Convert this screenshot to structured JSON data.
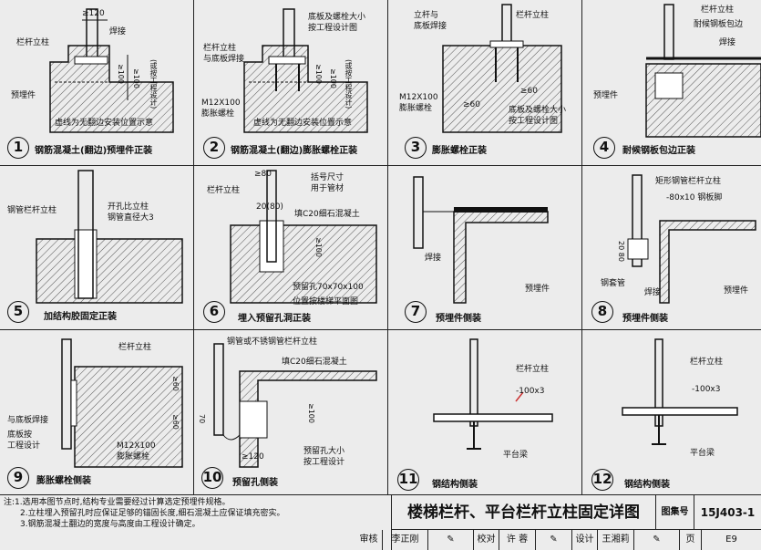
{
  "panels": [
    {
      "num": "1",
      "caption": "钢筋混凝土(翻边)预埋件正装",
      "labels": [
        "栏杆立柱",
        "焊接",
        "预埋件",
        "≥120",
        "≥100",
        "≥100",
        "(或按工程设计)",
        "虚线为无翻边安装位置示意"
      ]
    },
    {
      "num": "2",
      "caption": "钢筋混凝土(翻边)膨胀螺栓正装",
      "labels": [
        "栏杆立柱",
        "与底板焊接",
        "底板及螺栓大小",
        "按工程设计图",
        "M12X100",
        "膨胀螺栓",
        "≥100",
        "≥100",
        "(或按工程设计)",
        "虚线为无翻边安装位置示意"
      ]
    },
    {
      "num": "3",
      "caption": "膨胀螺栓正装",
      "labels": [
        "立杆与",
        "底板焊接",
        "栏杆立柱",
        "M12X100",
        "膨胀螺栓",
        "≥60",
        "底板及螺栓大小",
        "按工程设计图",
        "≥60"
      ]
    },
    {
      "num": "4",
      "caption": "耐候钢板包边正装",
      "labels": [
        "栏杆立柱",
        "耐候钢板包边",
        "焊接",
        "预埋件"
      ]
    },
    {
      "num": "5",
      "caption": "加结构胶固定正装",
      "labels": [
        "钢管栏杆立柱",
        "开孔比立柱",
        "钢管直径大3"
      ]
    },
    {
      "num": "6",
      "caption": "埋入预留孔洞正装",
      "labels": [
        "栏杆立柱",
        "≥80",
        "括号尺寸",
        "用于管材",
        "20(80)",
        "填C20细石混凝土",
        "≥100",
        "预留孔70x70x100",
        "位置按楼梯平面图"
      ]
    },
    {
      "num": "7",
      "caption": "预埋件侧装",
      "labels": [
        "焊接",
        "预埋件"
      ]
    },
    {
      "num": "8",
      "caption": "预埋件侧装",
      "labels": [
        "矩形钢管栏杆立柱",
        "-80x10 钢板脚",
        "20 80",
        "钢套管",
        "焊接",
        "预埋件"
      ]
    },
    {
      "num": "9",
      "caption": "膨胀螺栓侧装",
      "labels": [
        "栏杆立柱",
        "与底板焊接",
        "底板按",
        "工程设计",
        "M12X100",
        "膨胀螺栓",
        "≥60",
        "≥60"
      ]
    },
    {
      "num": "10",
      "caption": "预留孔侧装",
      "labels": [
        "钢管或不锈钢管栏杆立柱",
        "填C20细石混凝土",
        "70",
        "≥100",
        "≥120",
        "预留孔大小",
        "按工程设计"
      ]
    },
    {
      "num": "11",
      "caption": "钢结构侧装",
      "labels": [
        "栏杆立柱",
        "-100x3",
        "平台梁"
      ]
    },
    {
      "num": "12",
      "caption": "钢结构侧装",
      "labels": [
        "栏杆立柱",
        "-100x3",
        "平台梁"
      ]
    }
  ],
  "notes": [
    "注:1.选用本图节点时,结构专业需要经过计算选定预埋件规格。",
    "2.立柱埋入预留孔时应保证足够的锚固长度,细石混凝土应保证填充密实。",
    "3.钢筋混凝土翻边的宽度与高度由工程设计确定。"
  ],
  "title": "楼梯栏杆、平台栏杆立柱固定详图",
  "title_block": {
    "atlas_label": "图集号",
    "atlas_no": "15J403-1",
    "review": "审核",
    "reviewer": "李正刚",
    "check": "校对",
    "checker": "许 蓉",
    "design": "设计",
    "designer": "王湘莉",
    "page_label": "页",
    "page_no": "E9"
  }
}
